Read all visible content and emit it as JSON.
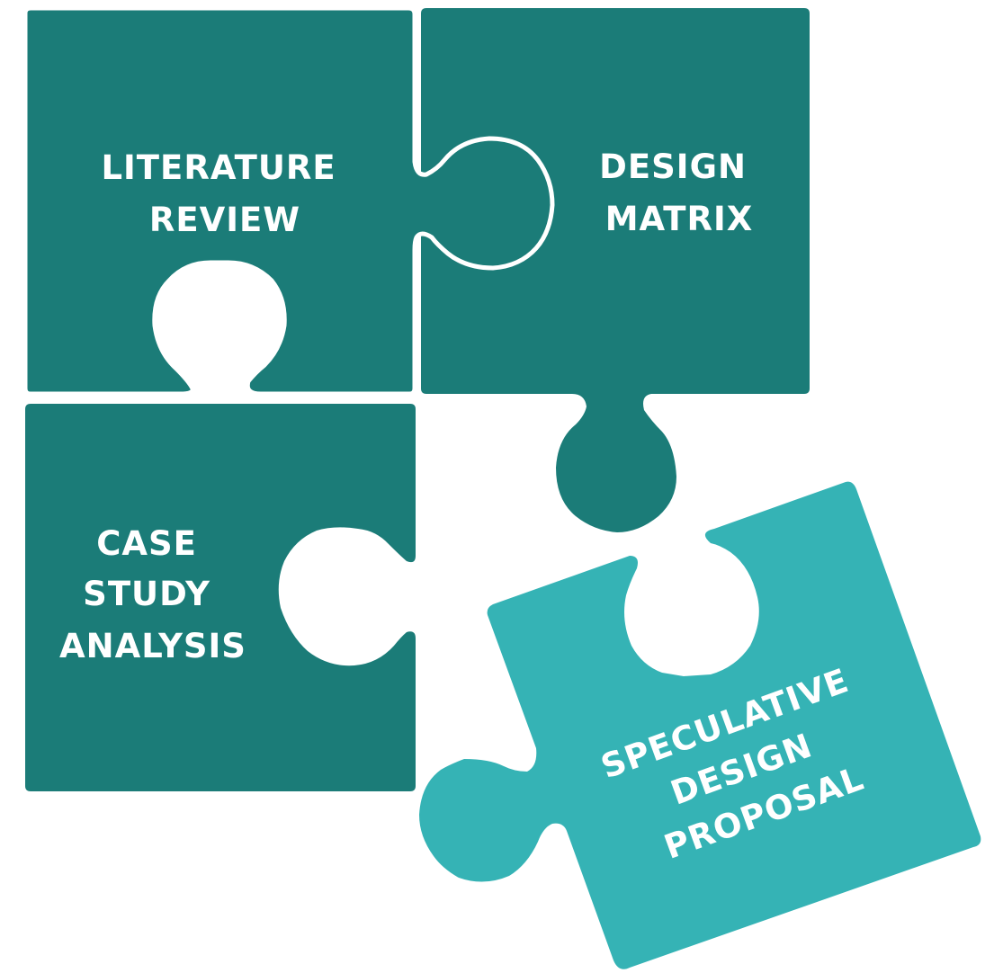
{
  "colors": {
    "dark_piece": "#1b7c78",
    "light_piece": "#35b3b5",
    "outline": "#ffffff",
    "label": "#ffffff"
  },
  "pieces": {
    "literature_review": {
      "line1": "LITERATURE",
      "line2": "REVIEW"
    },
    "design_matrix": {
      "line1": "DESIGN",
      "line2": "MATRIX"
    },
    "case_study_analysis": {
      "line1": "CASE",
      "line2": "STUDY",
      "line3": "ANALYSIS"
    },
    "speculative_design_proposal": {
      "line1": "SPECULATIVE",
      "line2": "DESIGN",
      "line3": "PROPOSAL"
    }
  }
}
